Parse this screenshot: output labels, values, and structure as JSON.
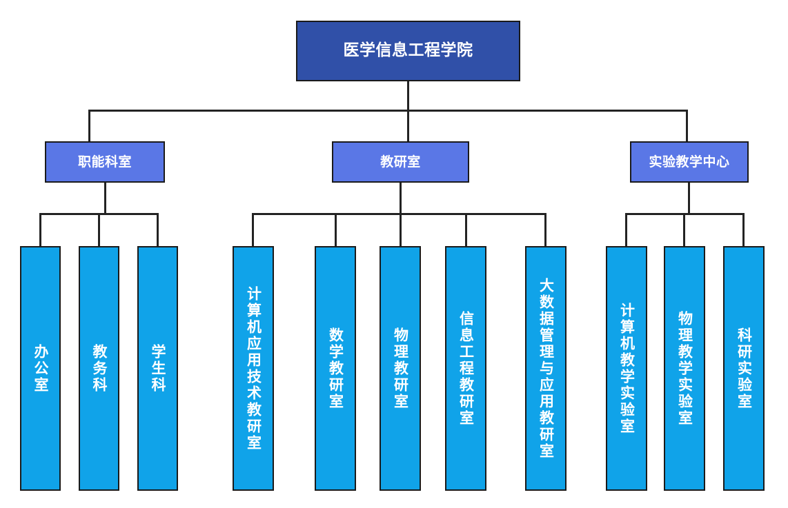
{
  "chart_data": {
    "type": "diagram",
    "title": "医学信息工程学院 组织架构图",
    "orientation": "top-down",
    "colors": {
      "level1_fill": "#3050A8",
      "level2_fill": "#5A77E6",
      "level3_fill": "#10A3E9",
      "border": "#1a1a1a",
      "connector": "#232323",
      "label": "#ffffff",
      "background": "#ffffff"
    },
    "levels": 3,
    "node_counts": {
      "level1": 1,
      "level2": 3,
      "level3": 11
    }
  },
  "root": {
    "label": "医学信息工程学院"
  },
  "branches": [
    {
      "label": "职能科室",
      "children": [
        {
          "label": "办公室"
        },
        {
          "label": "教务科"
        },
        {
          "label": "学生科"
        }
      ]
    },
    {
      "label": "教研室",
      "children": [
        {
          "label": "计算机应用技术教研室"
        },
        {
          "label": "数学教研室"
        },
        {
          "label": "物理教研室"
        },
        {
          "label": "信息工程教研室"
        },
        {
          "label": "大数据管理与应用教研室"
        }
      ]
    },
    {
      "label": "实验教学中心",
      "children": [
        {
          "label": "计算机教学实验室"
        },
        {
          "label": "物理教学实验室"
        },
        {
          "label": "科研实验室"
        }
      ]
    }
  ]
}
